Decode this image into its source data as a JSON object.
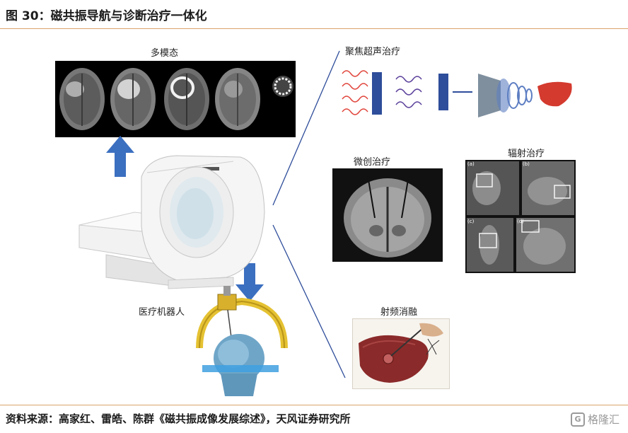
{
  "figure": {
    "title": "图 30：磁共振导航与诊断治疗一体化",
    "source": "资料来源：高家红、雷皓、陈群《磁共振成像发展综述》，天风证券研究所",
    "watermark": "格隆汇",
    "watermark_glyph": "G"
  },
  "labels": {
    "multimodal": "多模态",
    "hifu": "聚焦超声治疗",
    "minimally_invasive": "微创治疗",
    "radiotherapy": "辐射治疗",
    "rf_ablation": "射频消融",
    "robot": "医疗机器人"
  },
  "radio_panels": [
    "(a)",
    "(b)",
    "(c)",
    "(d)"
  ],
  "colors": {
    "accent_line": "#d9a36b",
    "arrow_blue": "#3b6fc0",
    "link_line": "#2e4d9a",
    "wave_red": "#e0443a",
    "wave_purple": "#5a3f9a",
    "liver": "#8b2a2a"
  }
}
